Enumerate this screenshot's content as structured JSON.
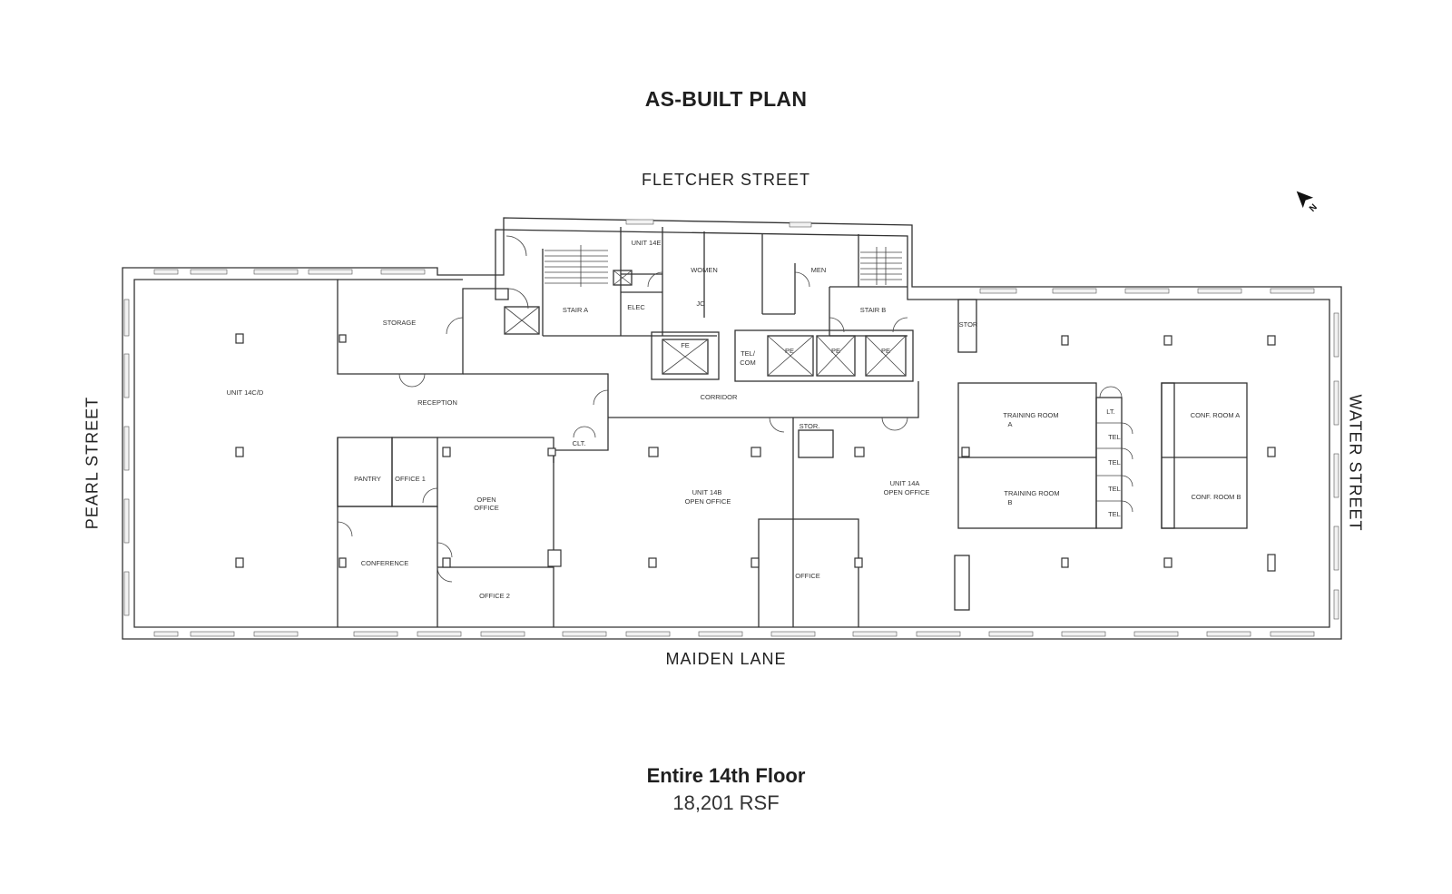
{
  "title": "AS-BUILT PLAN",
  "streets": {
    "north": "FLETCHER STREET",
    "south": "MAIDEN LANE",
    "west": "PEARL STREET",
    "east": "WATER STREET"
  },
  "north_arrow_label": "N",
  "floor": {
    "name": "Entire 14th Floor",
    "area_value": "18,201",
    "area_unit": "RSF"
  },
  "rooms": {
    "unit_14e": "UNIT 14E",
    "women": "WOMEN",
    "men": "MEN",
    "jc": "JC",
    "stair_a": "STAIR A",
    "elec": "ELEC",
    "stair_b": "STAIR B",
    "stor_east": "STOR",
    "storage": "STORAGE",
    "unit_14cd": "UNIT 14C/D",
    "reception": "RECEPTION",
    "fe": "FE",
    "tel_com_1": "TEL/",
    "tel_com_2": "COM",
    "pe_1": "PE",
    "pe_2": "PE",
    "pe_3": "PE",
    "corridor": "CORRIDOR",
    "stor_center": "STOR.",
    "clt": "CLT.",
    "pantry": "PANTRY",
    "office_1": "OFFICE 1",
    "open_office_1": "OPEN",
    "open_office_2": "OFFICE",
    "conference": "CONFERENCE",
    "office_2": "OFFICE 2",
    "unit_14b": "UNIT 14B",
    "unit_14b_sub": "OPEN OFFICE",
    "office": "OFFICE",
    "unit_14a": "UNIT 14A",
    "unit_14a_sub": "OPEN OFFICE",
    "training_a_1": "TRAINING ROOM",
    "training_a_2": "A",
    "training_b_1": "TRAINING ROOM",
    "training_b_2": "B",
    "lt": "LT.",
    "tel_1": "TEL.",
    "tel_2": "TEL.",
    "tel_3": "TEL.",
    "tel_4": "TEL.",
    "conf_a": "CONF. ROOM A",
    "conf_b": "CONF. ROOM B"
  }
}
